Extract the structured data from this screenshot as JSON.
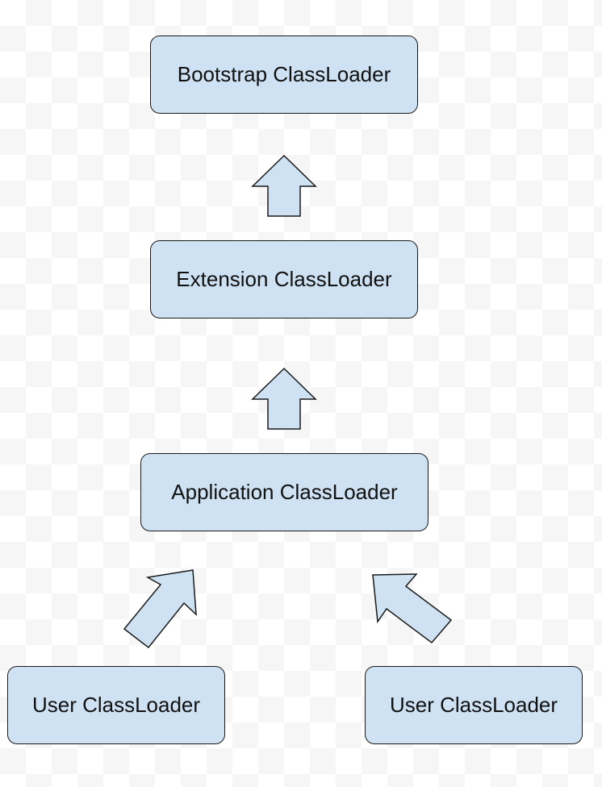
{
  "diagram": {
    "fill_color": "#cfe2f3",
    "stroke_color": "#1a1a1a",
    "nodes": {
      "bootstrap": "Bootstrap ClassLoader",
      "extension": "Extension ClassLoader",
      "application": "Application ClassLoader",
      "user_left": "User ClassLoader",
      "user_right": "User ClassLoader"
    },
    "edges": [
      {
        "from": "extension",
        "to": "bootstrap"
      },
      {
        "from": "application",
        "to": "extension"
      },
      {
        "from": "user_left",
        "to": "application"
      },
      {
        "from": "user_right",
        "to": "application"
      }
    ]
  }
}
